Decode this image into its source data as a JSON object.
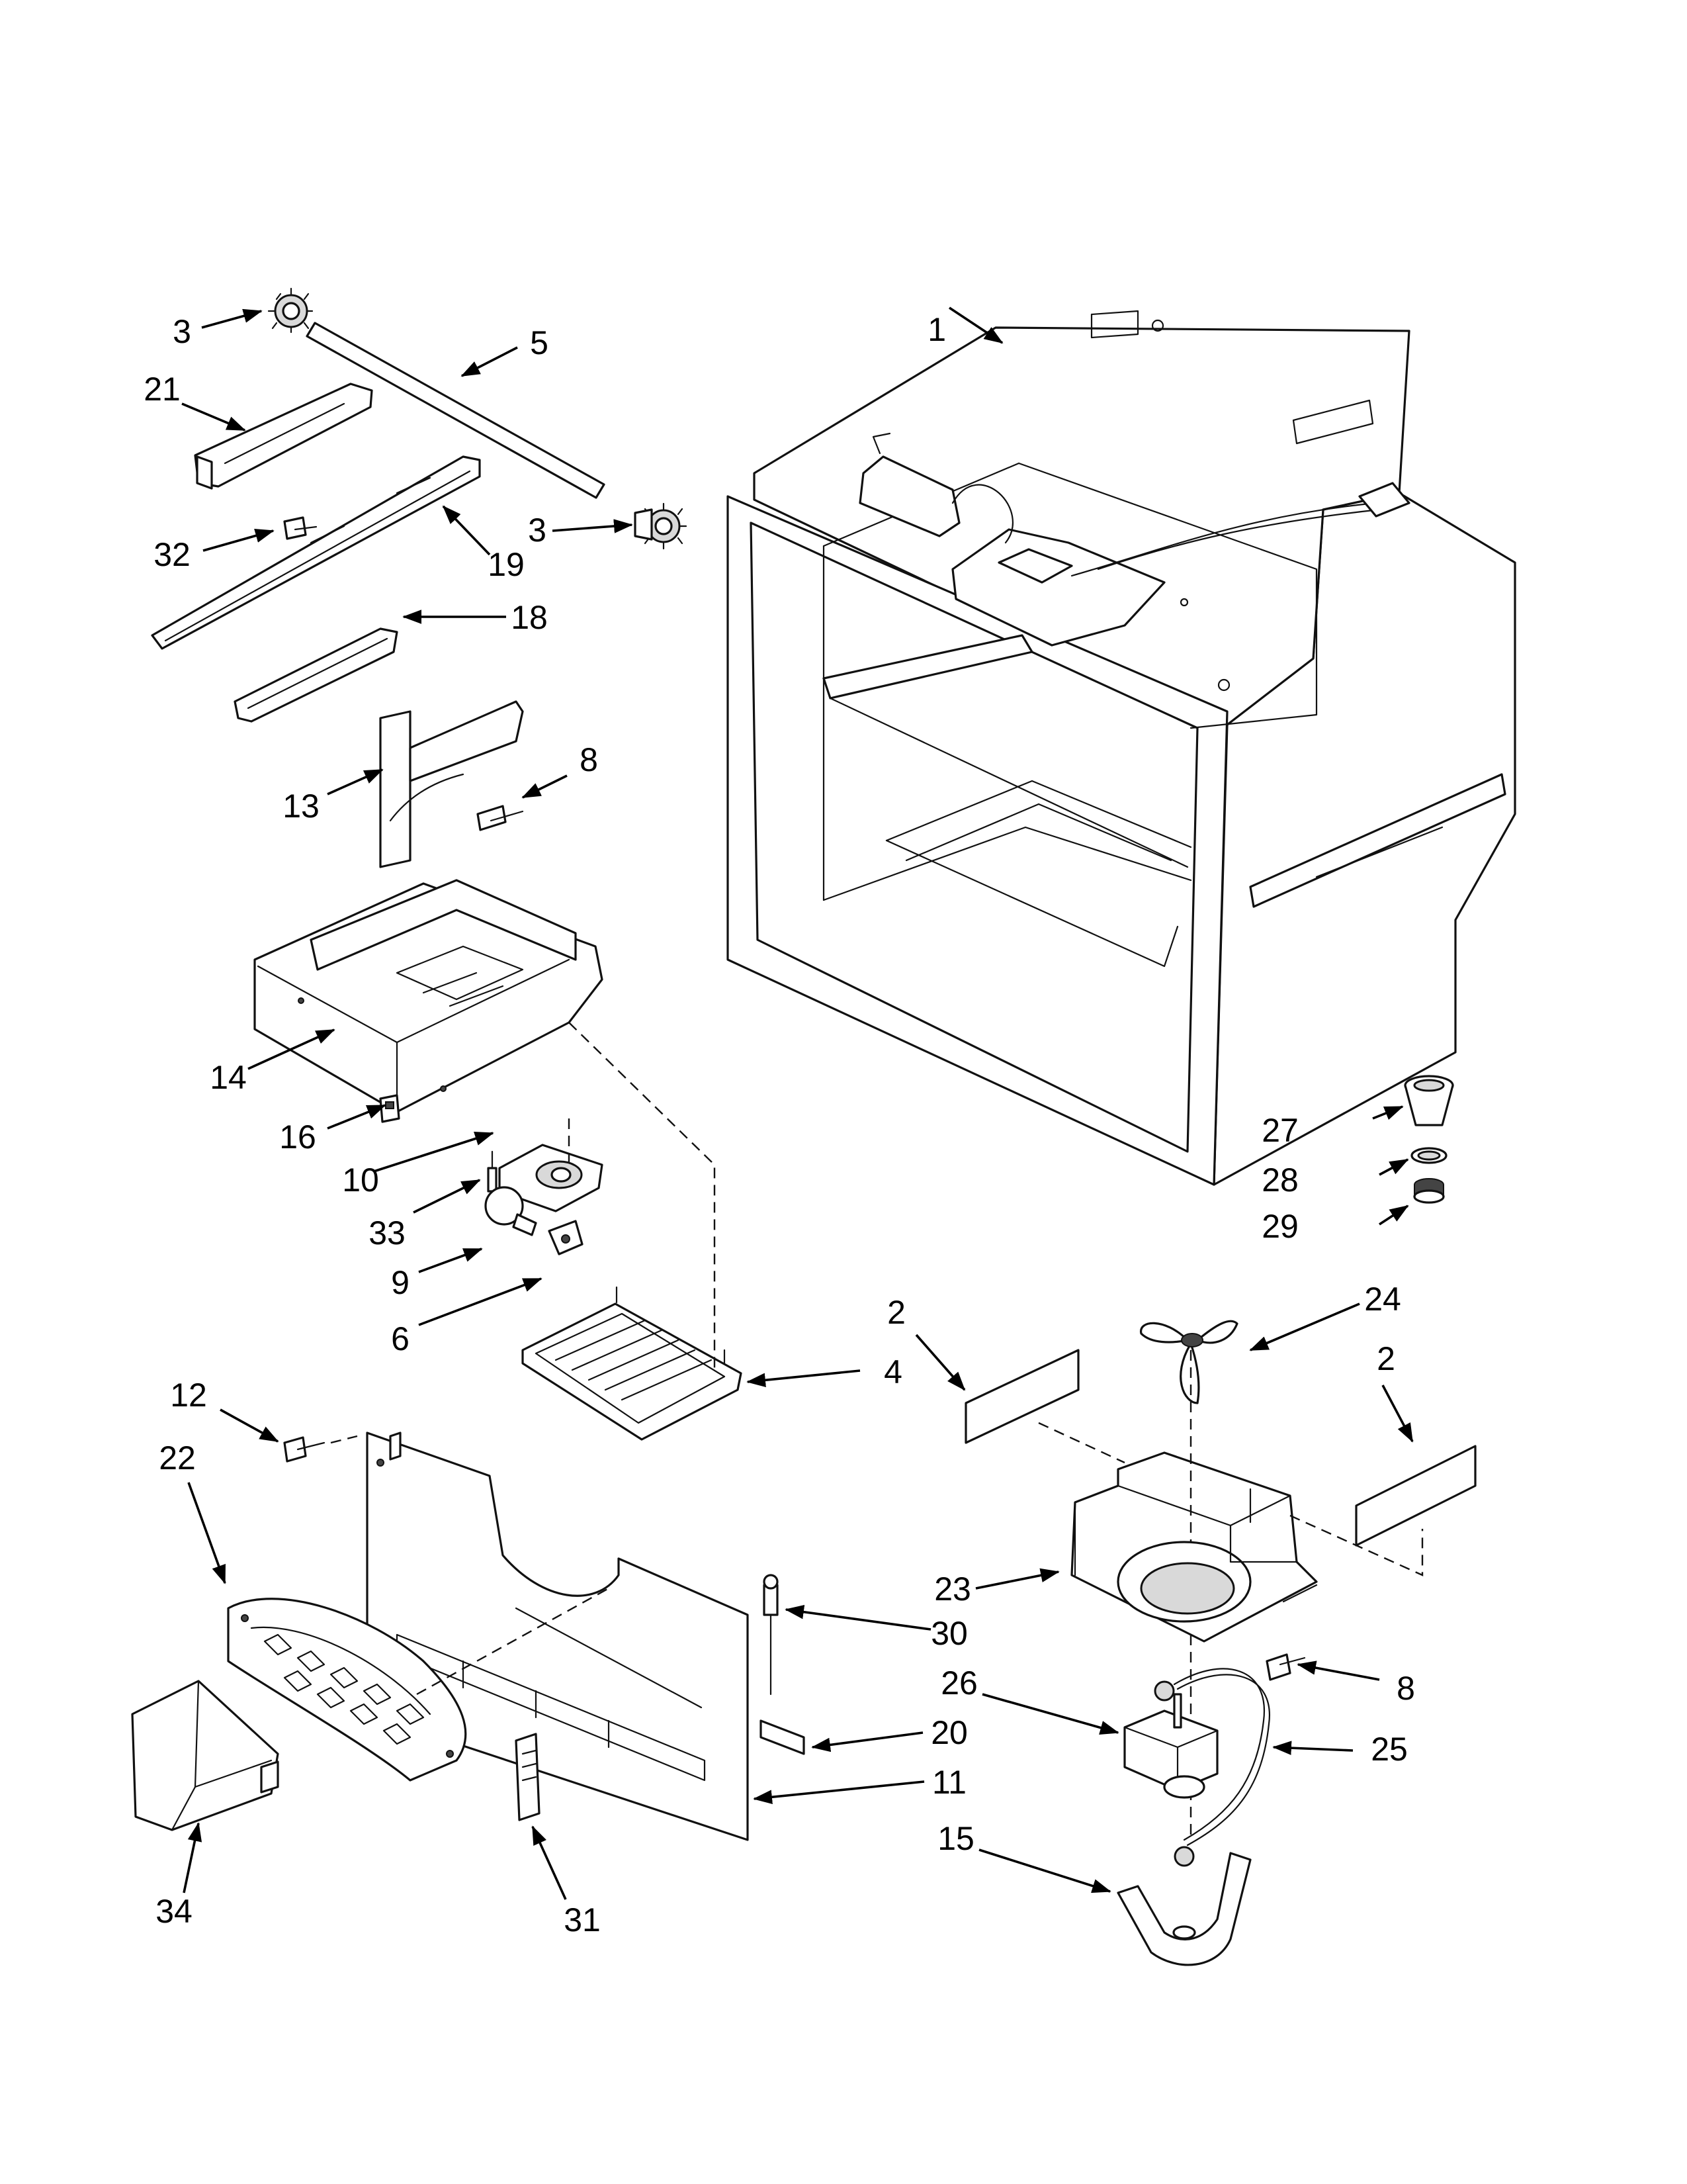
{
  "callouts": [
    {
      "id": "c-1",
      "text": "1"
    },
    {
      "id": "c-2a",
      "text": "2"
    },
    {
      "id": "c-2b",
      "text": "2"
    },
    {
      "id": "c-3a",
      "text": "3"
    },
    {
      "id": "c-3b",
      "text": "3"
    },
    {
      "id": "c-4",
      "text": "4"
    },
    {
      "id": "c-5",
      "text": "5"
    },
    {
      "id": "c-6",
      "text": "6"
    },
    {
      "id": "c-8a",
      "text": "8"
    },
    {
      "id": "c-8b",
      "text": "8"
    },
    {
      "id": "c-9",
      "text": "9"
    },
    {
      "id": "c-10",
      "text": "10"
    },
    {
      "id": "c-11",
      "text": "11"
    },
    {
      "id": "c-12",
      "text": "12"
    },
    {
      "id": "c-13",
      "text": "13"
    },
    {
      "id": "c-14",
      "text": "14"
    },
    {
      "id": "c-15",
      "text": "15"
    },
    {
      "id": "c-16",
      "text": "16"
    },
    {
      "id": "c-18",
      "text": "18"
    },
    {
      "id": "c-19",
      "text": "19"
    },
    {
      "id": "c-20",
      "text": "20"
    },
    {
      "id": "c-21",
      "text": "21"
    },
    {
      "id": "c-22",
      "text": "22"
    },
    {
      "id": "c-23",
      "text": "23"
    },
    {
      "id": "c-24",
      "text": "24"
    },
    {
      "id": "c-25",
      "text": "25"
    },
    {
      "id": "c-26",
      "text": "26"
    },
    {
      "id": "c-27",
      "text": "27"
    },
    {
      "id": "c-28",
      "text": "28"
    },
    {
      "id": "c-29",
      "text": "29"
    },
    {
      "id": "c-30",
      "text": "30"
    },
    {
      "id": "c-31",
      "text": "31"
    },
    {
      "id": "c-32",
      "text": "32"
    },
    {
      "id": "c-33",
      "text": "33"
    },
    {
      "id": "c-34",
      "text": "34"
    }
  ]
}
